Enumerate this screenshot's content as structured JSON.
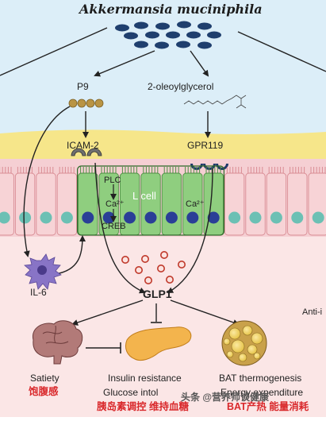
{
  "title": "Akkermansia muciniphila",
  "nodes": {
    "p9": "P9",
    "oleoyl": "2-oleoylglycerol",
    "icam2": "ICAM-2",
    "gpr119": "GPR119",
    "lcell": "L cell",
    "plc": "PLC",
    "ca_left": "Ca²⁺",
    "ca_right": "Ca²⁺",
    "creb": "CREB",
    "il6": "IL-6",
    "glp1": "GLP1",
    "anti": "Anti-i"
  },
  "outcomes": {
    "satiety": "Satiety",
    "satiety_cn": "饱腹感",
    "insulin_line1": "Insulin resistance",
    "insulin_line2": "Glucose intol",
    "insulin_cn": "胰岛素调控 维持血糖",
    "bat_line1": "BAT thermogenesis",
    "bat_line2": "Energy expenditure",
    "bat_cn": "BAT产热 能量消耗"
  },
  "watermark": "头条 @营养师谈健康",
  "colors": {
    "lumen_bg": "#dceef8",
    "mucus": "#f6e68a",
    "cell_pink": "#f7d3d6",
    "lcell_green": "#8fce7f",
    "nucleus_blue": "#2a3f97",
    "nucleus_teal": "#6cc0b4",
    "bacteria": "#1f3f6e",
    "p9_dots": "#b99444",
    "lower_bg": "#fbe6e6"
  }
}
